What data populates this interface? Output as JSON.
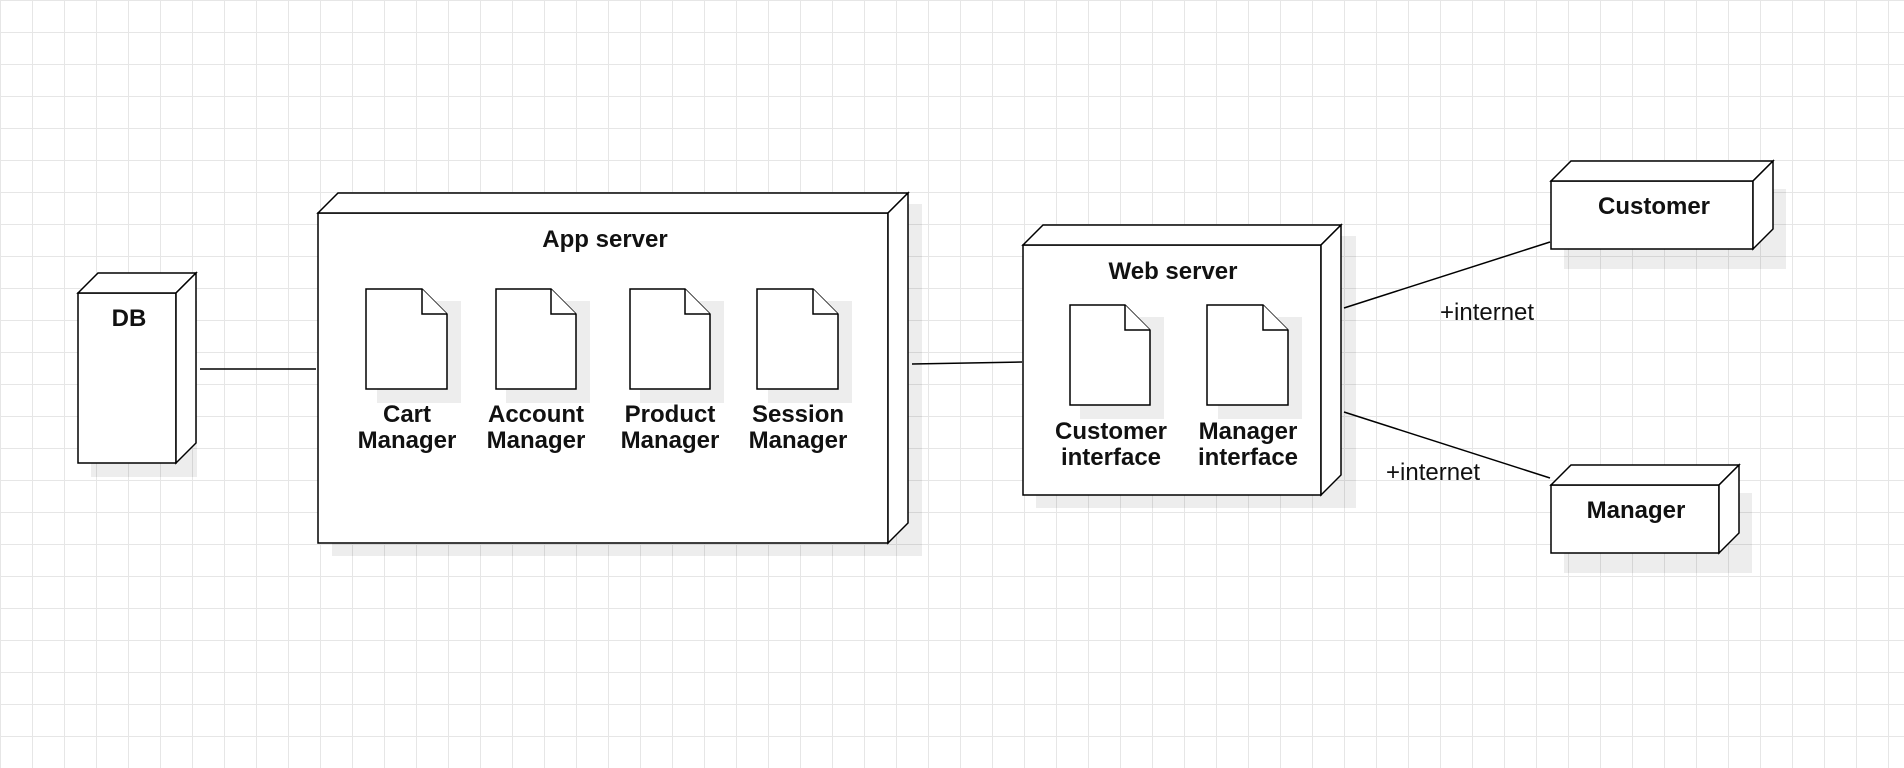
{
  "nodes": {
    "db": {
      "title": "DB"
    },
    "app_server": {
      "title": "App server",
      "artifacts": [
        {
          "line1": "Cart",
          "line2": "Manager"
        },
        {
          "line1": "Account",
          "line2": "Manager"
        },
        {
          "line1": "Product",
          "line2": "Manager"
        },
        {
          "line1": "Session",
          "line2": "Manager"
        }
      ]
    },
    "web_server": {
      "title": "Web server",
      "artifacts": [
        {
          "line1": "Customer",
          "line2": "interface"
        },
        {
          "line1": "Manager",
          "line2": "interface"
        }
      ]
    },
    "customer": {
      "title": "Customer"
    },
    "manager": {
      "title": "Manager"
    }
  },
  "edges": {
    "customer_link": "+internet",
    "manager_link": "+internet"
  },
  "colors": {
    "stroke": "#000000",
    "fill": "#ffffff",
    "grid": "#e6e6e6"
  }
}
